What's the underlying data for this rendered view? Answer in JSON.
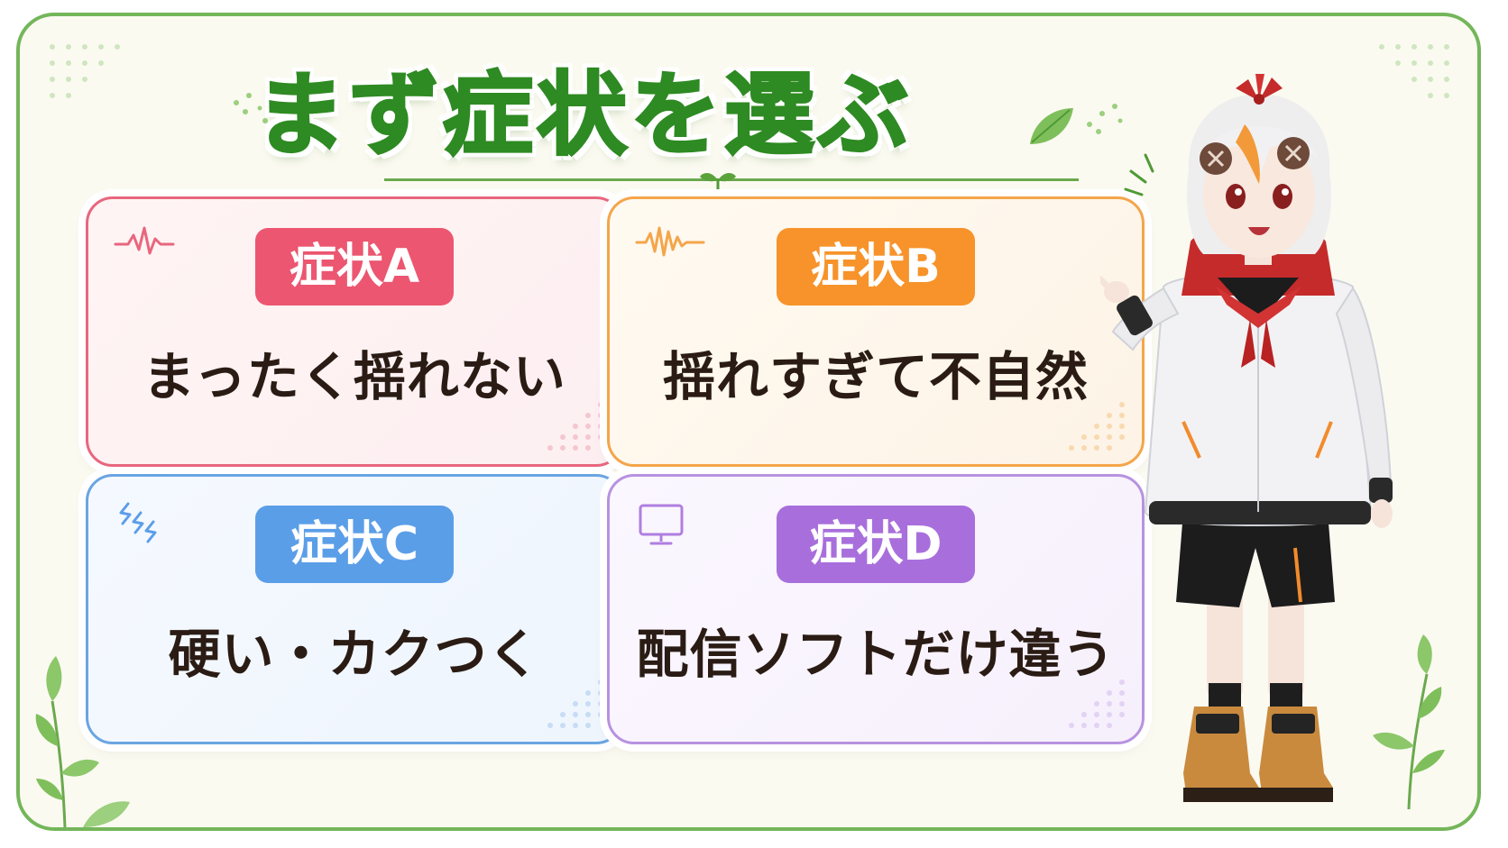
{
  "title": "まず症状を選ぶ",
  "cards": [
    {
      "badge": "症状A",
      "text": "まったく揺れない",
      "color": "#ec5670",
      "icon": "waveform-icon"
    },
    {
      "badge": "症状B",
      "text": "揺れすぎて不自然",
      "color": "#f7932a",
      "icon": "waveform-icon"
    },
    {
      "badge": "症状C",
      "text": "硬い・カクつく",
      "color": "#5b9ee8",
      "icon": "lightning-icon"
    },
    {
      "badge": "症状D",
      "text": "配信ソフトだけ違う",
      "color": "#a86fdc",
      "icon": "monitor-icon"
    }
  ],
  "colors": {
    "frame": "#74b65a",
    "title": "#2e8a22",
    "text": "#2a1c14"
  }
}
